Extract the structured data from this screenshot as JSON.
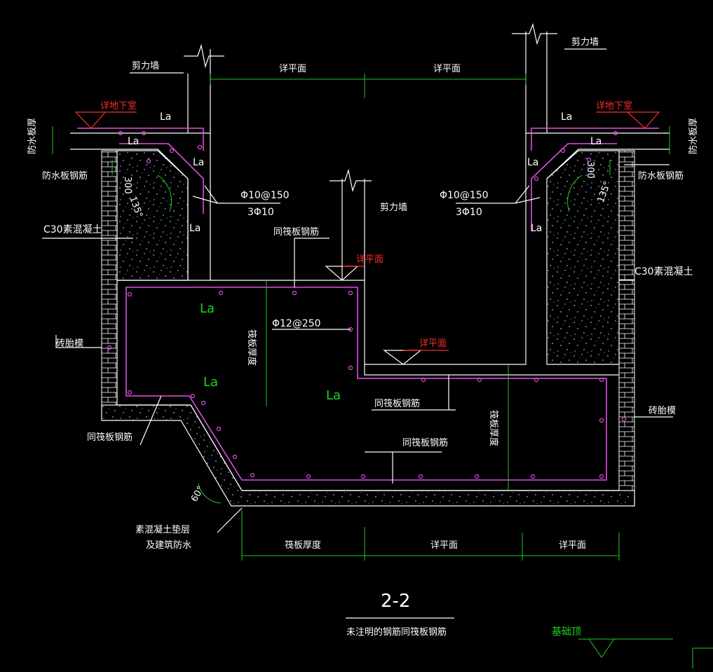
{
  "labels": {
    "shear_wall_left": "剪力墙",
    "shear_wall_right": "剪力墙",
    "shear_wall_mid": "剪力墙",
    "see_plan_top_left": "详平面",
    "see_plan_top_right": "详平面",
    "see_plan_mid": "详平面",
    "see_plan_step": "详平面",
    "see_plan_bottom_mid": "详平面",
    "see_plan_bottom_right": "详平面",
    "see_basement_left": "详地下室",
    "see_basement_right": "详地下室",
    "waterproof_board_thickness_left": "防水板厚",
    "waterproof_board_thickness_right": "防水板厚",
    "waterproof_board_rebar_left": "防水板钢筋",
    "waterproof_board_rebar_right": "防水板钢筋",
    "c30_concrete_left": "C30素混凝土",
    "c30_concrete_right": "C30素混凝土",
    "brick_form_left": "砖胎模",
    "brick_form_right": "砖胎模",
    "same_raft_rebar_top": "同筏板钢筋",
    "same_raft_rebar_left": "同筏板钢筋",
    "same_raft_rebar_mid": "同筏板钢筋",
    "same_raft_rebar_low": "同筏板钢筋",
    "raft_thickness_left": "筏板厚度",
    "raft_thickness_right": "筏板厚度",
    "raft_thickness_bottom": "筏板厚度",
    "rebar_left_1": "Φ10@150",
    "rebar_left_2": "3Φ10",
    "rebar_right_1": "Φ10@150",
    "rebar_right_2": "3Φ10",
    "rebar_mid": "Φ12@250",
    "dim_300_left": "300",
    "dim_300_right": "300",
    "angle_left": "135°",
    "angle_right": "135°",
    "angle_60": "60°",
    "cushion_line1": "素混凝土垫层",
    "cushion_line2": "及建筑防水",
    "section_title": "2-2",
    "note": "未注明的钢筋同筏板钢筋",
    "foundation_top": "基础顶",
    "la": "La"
  },
  "colors": {
    "background": "#000000",
    "line": "#ffffff",
    "rebar": "#e14ee6",
    "dimension": "#22c922",
    "annotation": "#ff2b2b",
    "concrete_speckle": "#7fb4ff"
  }
}
